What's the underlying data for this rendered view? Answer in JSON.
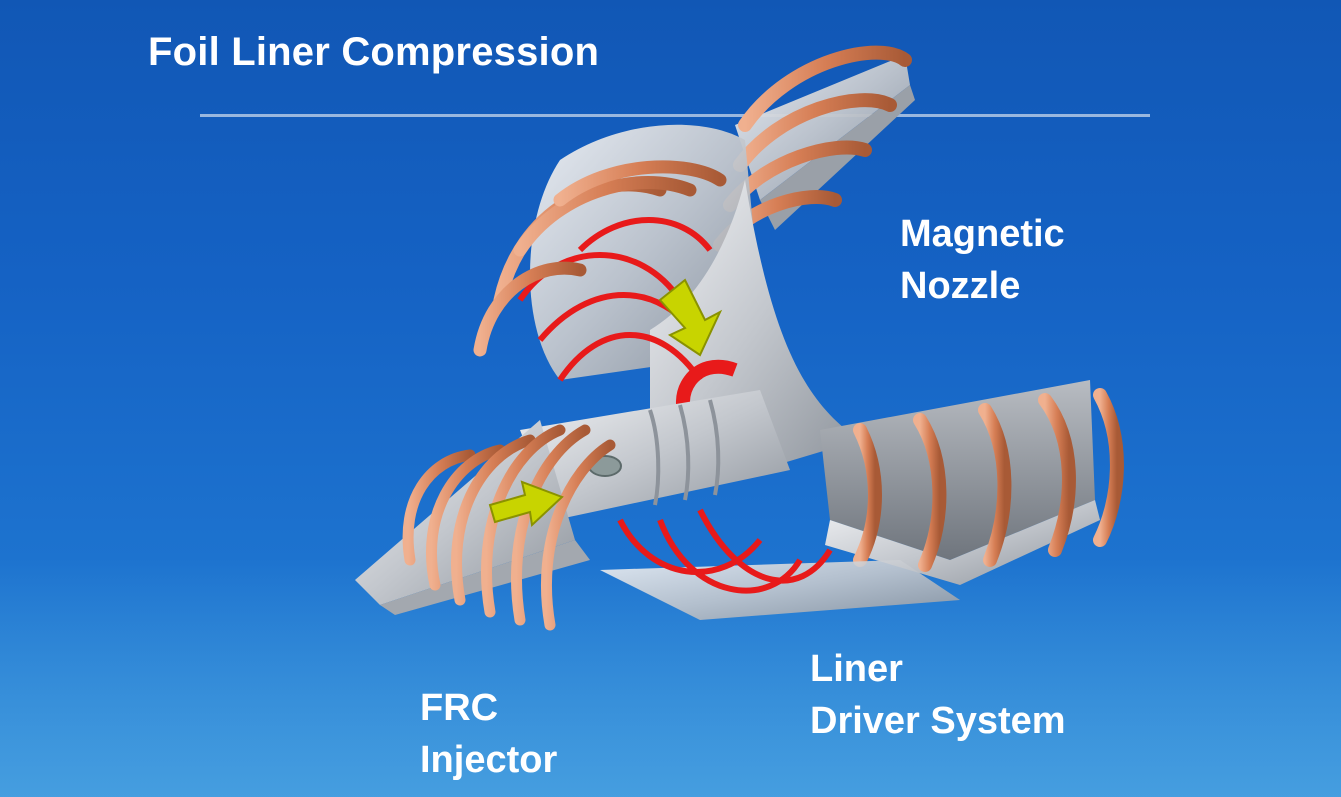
{
  "title": "Foil Liner Compression",
  "labels": {
    "magnetic_nozzle": [
      "Magnetic",
      "Nozzle"
    ],
    "liner_driver_system": [
      "Liner",
      "Driver System"
    ],
    "frc_injector": [
      "FRC",
      "Injector"
    ]
  },
  "colors": {
    "background": "#1562c4",
    "copper_coil": "#d9875f",
    "field_lines": "#e81a1a",
    "structure": "#c9cdd3",
    "arrow": "#c8d400"
  }
}
